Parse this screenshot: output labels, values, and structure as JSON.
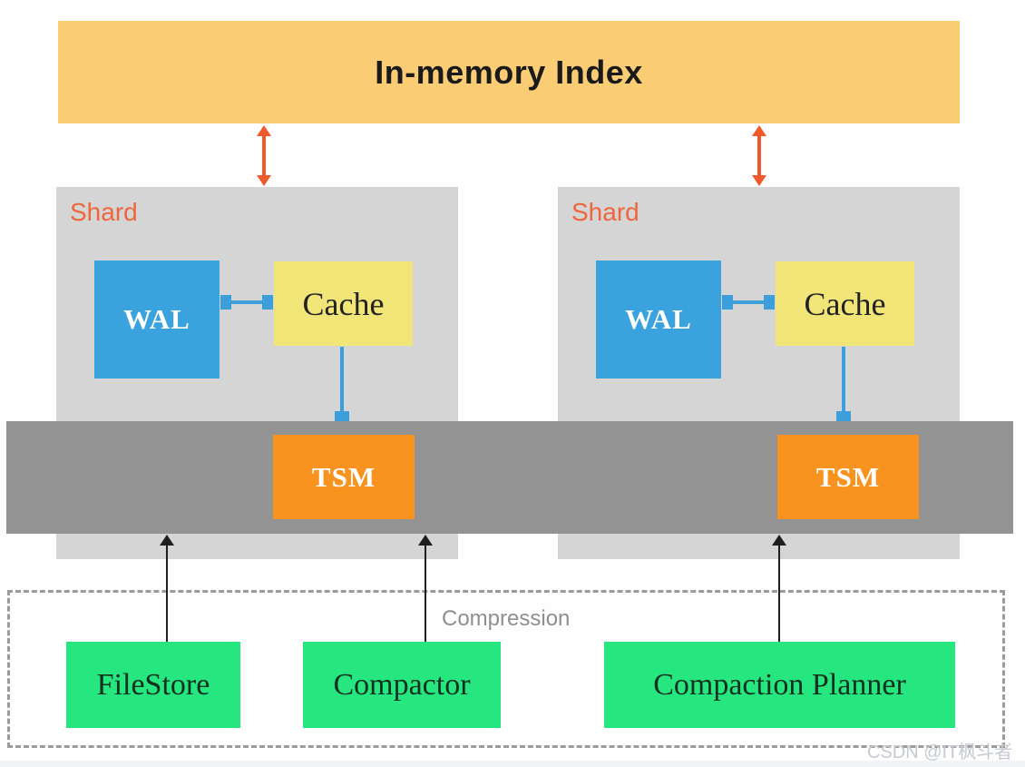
{
  "diagram": {
    "title": "In-memory Index",
    "shards": [
      {
        "label": "Shard",
        "wal_label": "WAL",
        "cache_label": "Cache",
        "tsm_label": "TSM"
      },
      {
        "label": "Shard",
        "wal_label": "WAL",
        "cache_label": "Cache",
        "tsm_label": "TSM"
      }
    ],
    "compression_group": {
      "label": "Compression",
      "nodes": [
        {
          "label": "FileStore"
        },
        {
          "label": "Compactor"
        },
        {
          "label": "Compaction Planner"
        }
      ]
    },
    "watermark": "CSDN @IT枫斗者",
    "colors": {
      "index_banner": "#facd74",
      "shard_background": "#d5d5d5",
      "shard_label": "#f0653c",
      "wal_box": "#3aa2dc",
      "cache_box": "#f2e578",
      "tsm_box": "#f7931e",
      "storage_bar": "#939393",
      "compression_node": "#25e67f",
      "index_arrow": "#ee5a2c",
      "data_arrow": "#3d9edc",
      "compaction_arrow": "#1f1f1f"
    }
  }
}
